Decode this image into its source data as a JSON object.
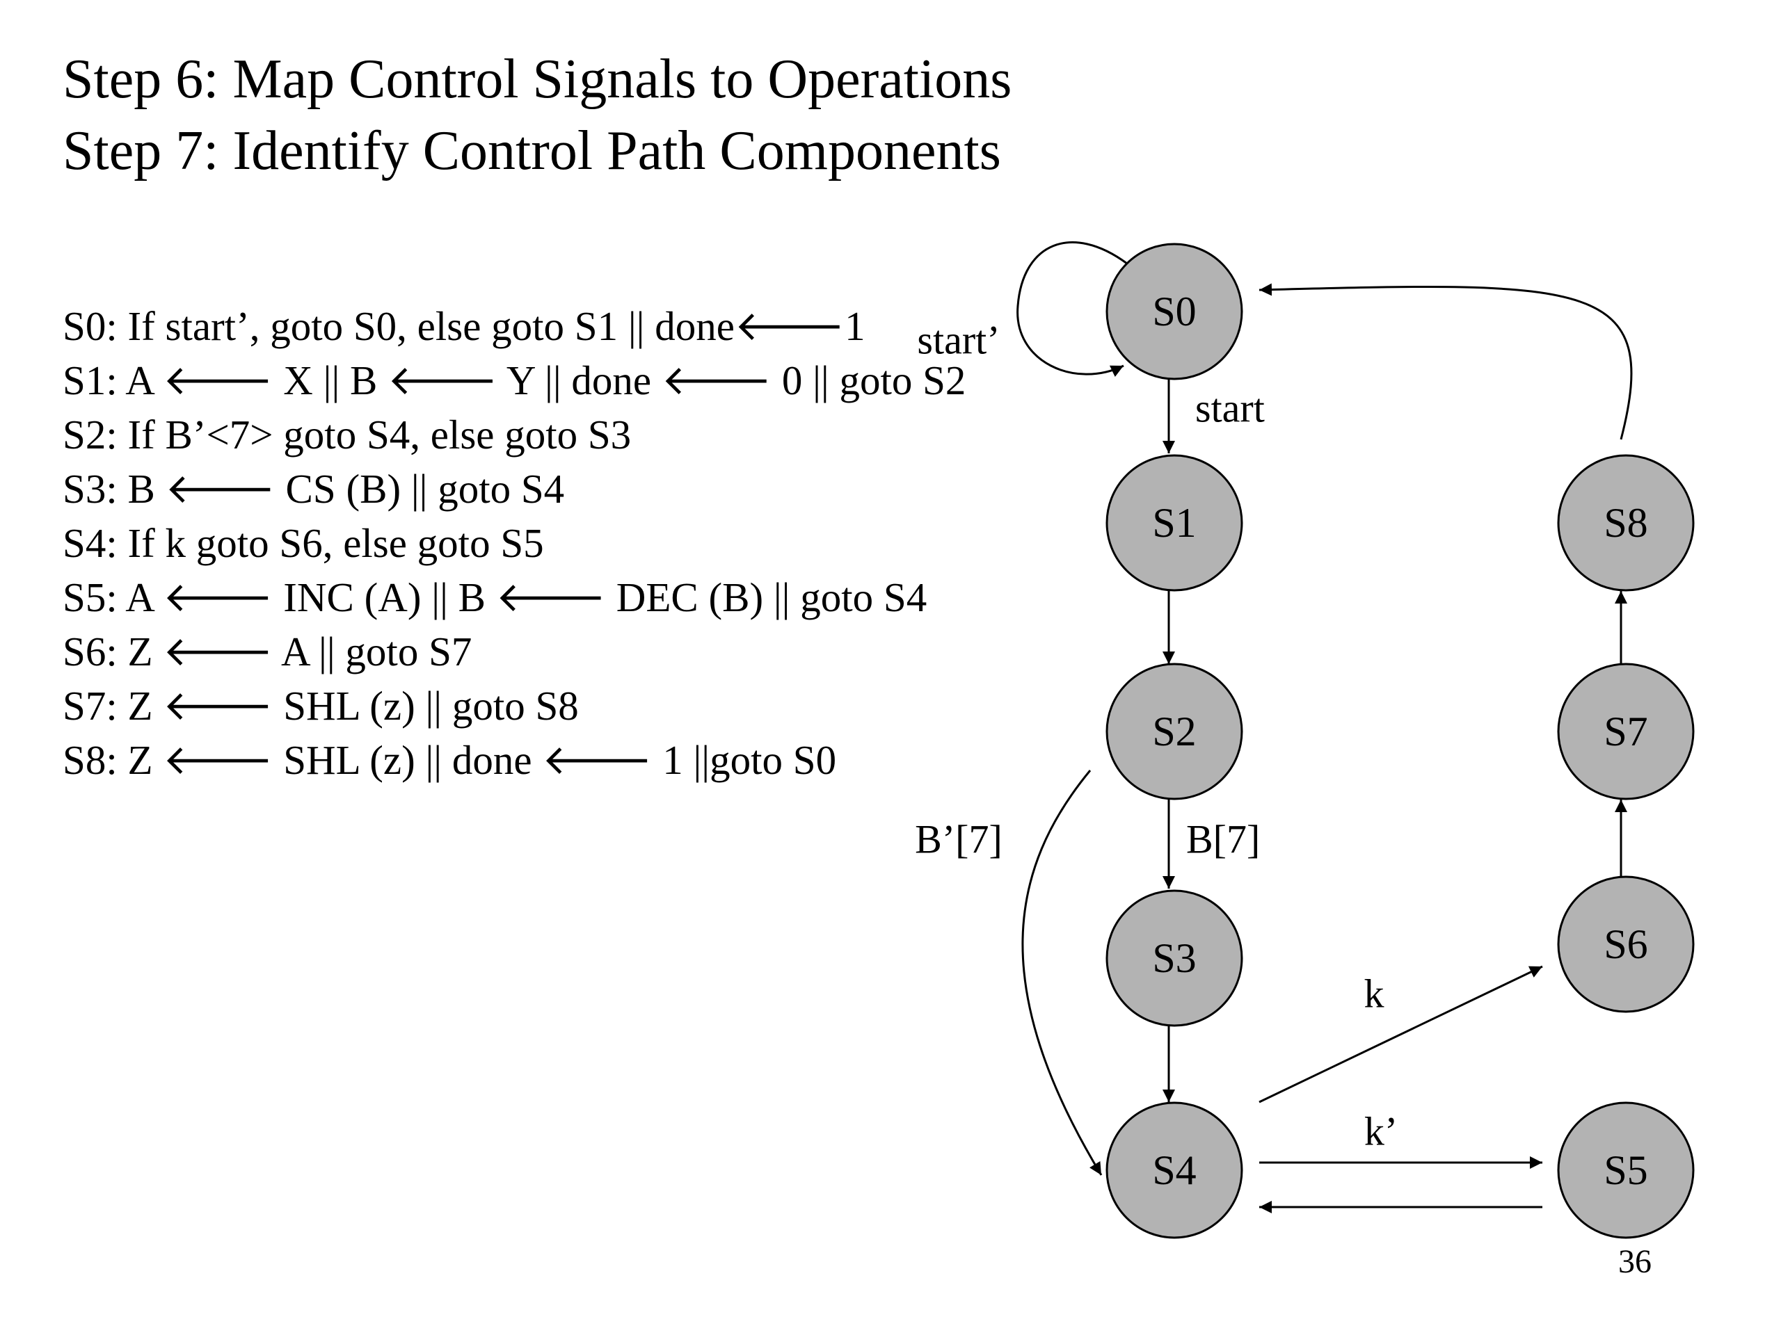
{
  "titles": [
    "Step 6: Map Control Signals to Operations",
    "Step 7: Identify Control Path Components"
  ],
  "steps": [
    "S0: If start’, goto S0, else goto S1 || done🡐1",
    "S1: A 🡐 X || B 🡐 Y || done 🡐 0 || goto S2",
    "S2: If B’<7> goto S4, else goto S3",
    "S3: B 🡐 CS (B) || goto S4",
    "S4: If k goto S6, else goto S5",
    "S5: A 🡐 INC (A) || B 🡐 DEC (B) || goto S4",
    "S6: Z 🡐 A || goto S7",
    "S7: Z 🡐 SHL (z) || goto S8",
    "S8: Z 🡐 SHL (z) || done 🡐 1 ||goto S0"
  ],
  "diagram": {
    "node_fill": "#b3b3b3",
    "nodes": [
      {
        "id": "S0",
        "label": "S0"
      },
      {
        "id": "S1",
        "label": "S1"
      },
      {
        "id": "S2",
        "label": "S2"
      },
      {
        "id": "S3",
        "label": "S3"
      },
      {
        "id": "S4",
        "label": "S4"
      },
      {
        "id": "S5",
        "label": "S5"
      },
      {
        "id": "S6",
        "label": "S6"
      },
      {
        "id": "S7",
        "label": "S7"
      },
      {
        "id": "S8",
        "label": "S8"
      }
    ],
    "edges": [
      {
        "from": "S0",
        "to": "S0",
        "label": "start’"
      },
      {
        "from": "S0",
        "to": "S1",
        "label": "start"
      },
      {
        "from": "S1",
        "to": "S2",
        "label": ""
      },
      {
        "from": "S2",
        "to": "S3",
        "label": "B[7]"
      },
      {
        "from": "S2",
        "to": "S4",
        "label": "B’[7]"
      },
      {
        "from": "S3",
        "to": "S4",
        "label": ""
      },
      {
        "from": "S4",
        "to": "S6",
        "label": "k"
      },
      {
        "from": "S4",
        "to": "S5",
        "label": "k’"
      },
      {
        "from": "S5",
        "to": "S4",
        "label": ""
      },
      {
        "from": "S6",
        "to": "S7",
        "label": ""
      },
      {
        "from": "S7",
        "to": "S8",
        "label": ""
      },
      {
        "from": "S8",
        "to": "S0",
        "label": ""
      }
    ]
  },
  "page_number": "36"
}
